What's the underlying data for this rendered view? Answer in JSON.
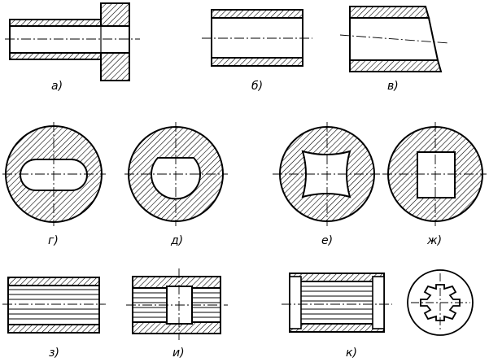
{
  "labels": {
    "a": "а)",
    "b": "б)",
    "v": "в)",
    "g": "г)",
    "d": "д)",
    "e": "е)",
    "zh": "ж)",
    "z": "з)",
    "i": "и)",
    "k": "к)"
  },
  "colors": {
    "line": "#000000",
    "hatch": "#000000",
    "background": "#ffffff"
  }
}
